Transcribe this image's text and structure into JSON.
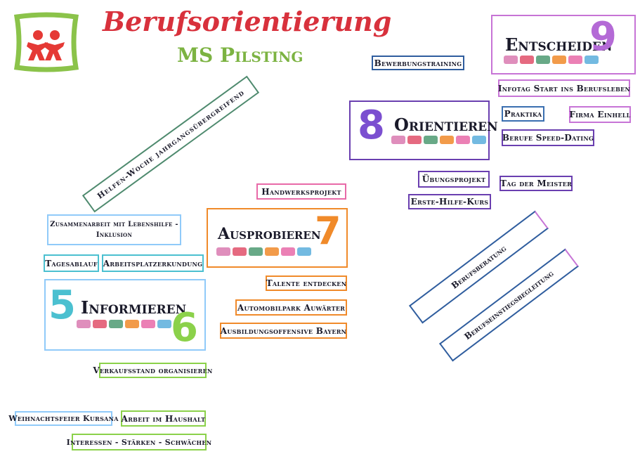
{
  "header": {
    "title": "Berufsorientierung",
    "subtitle": "MS Pilsting"
  },
  "colors": {
    "title_red": "#d8313c",
    "subtitle_green": "#7cb342",
    "logo_green": "#8bc34a",
    "logo_red": "#e53935",
    "informieren_border": "#90caf9",
    "ausprobieren_border": "#f08a2a",
    "orientieren_border": "#6a3fb0",
    "entscheiden_border": "#c774d6"
  },
  "stages": {
    "informieren": {
      "label": "Informieren",
      "num1": "5",
      "num2": "6"
    },
    "ausprobieren": {
      "label": "Ausprobieren",
      "num": "7"
    },
    "orientieren": {
      "label": "Orientieren",
      "num": "8"
    },
    "entscheiden": {
      "label": "Entscheiden",
      "num": "9"
    }
  },
  "tags": {
    "bewerbungstraining": "Bewerbungstraining",
    "infotag": "Infotag Start ins Berufsleben",
    "praktika": "Praktika",
    "firma_einhell": "Firma Einhell",
    "berufe_speed_dating": "Berufe Speed-Dating",
    "uebungsprojekt": "Übungsprojekt",
    "tag_der_meister": "Tag der Meister",
    "erste_hilfe_kurs": "Erste-Hilfe-Kurs",
    "handwerksprojekt": "Handwerksprojekt",
    "zusammenarbeit_line1": "Zusammenarbeit mit Lebenshilfe -",
    "zusammenarbeit_line2": "Inklusion",
    "tagesablauf": "Tagesablauf",
    "arbeitsplatzerkundung": "Arbeitsplatzerkundung",
    "talente_entdecken": "Talente entdecken",
    "automobilpark": "Automobilpark Auwärter",
    "ausbildungsoffensive": "Ausbildungsoffensive Bayern",
    "verkaufsstand": "Verkaufsstand organisieren",
    "weihnachtsfeier": "Weihnachtsfeier Kursana",
    "arbeit_im_haushalt": "Arbeit im Haushalt",
    "interessen": "Interessen - Stärken - Schwächen",
    "helfen_woche": "Helfen-Woche jahrgangsübergreifend",
    "berufsberatung": "Berufsberatung",
    "berufseinstiegsbegleitung": "Berufseinstiegsbegleitung"
  }
}
